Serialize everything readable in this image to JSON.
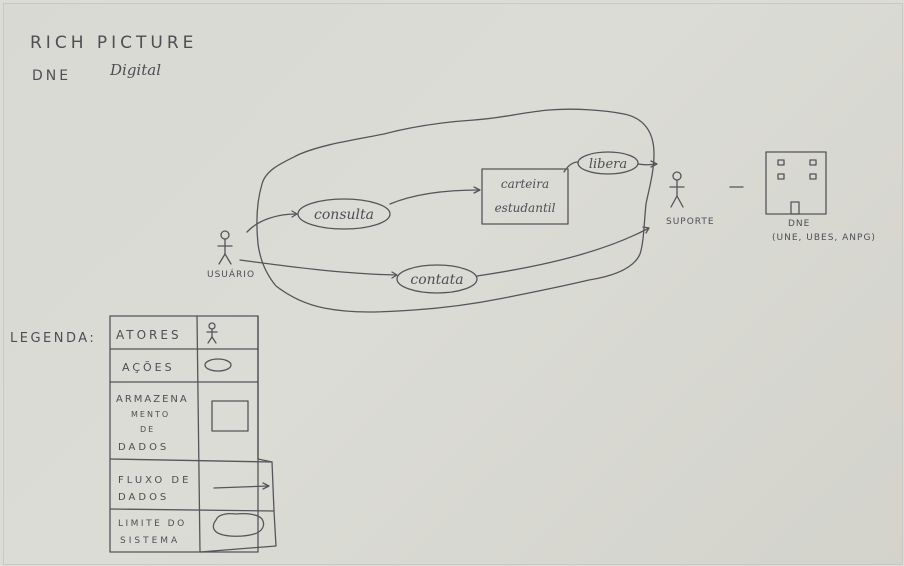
{
  "header": {
    "title": "RICH PICTURE",
    "subtitle_a": "DNE",
    "subtitle_b": "Digital"
  },
  "diagram": {
    "actor_usuario": "USUÁRIO",
    "actor_suporte": "SUPORTE",
    "action_consulta": "consulta",
    "action_libera": "libera",
    "action_contata": "contata",
    "store_line1": "carteira",
    "store_line2": "estudantil",
    "org_name": "DNE",
    "org_members": "(UNE, UBES, ANPG)"
  },
  "legend": {
    "label": "LEGENDA:",
    "rows": [
      {
        "line1": "ATORES"
      },
      {
        "line1": "AÇÕES"
      },
      {
        "line1": "ARMAZENA",
        "line2": "MENTO",
        "line3": "DE",
        "line4": "DADOS"
      },
      {
        "line1": "FLUXO DE",
        "line2": "DADOS"
      },
      {
        "line1": "LIMITE DO",
        "line2": "SISTEMA"
      }
    ]
  },
  "colors": {
    "ink": "#55555a",
    "paper": "#dcdcd6"
  }
}
